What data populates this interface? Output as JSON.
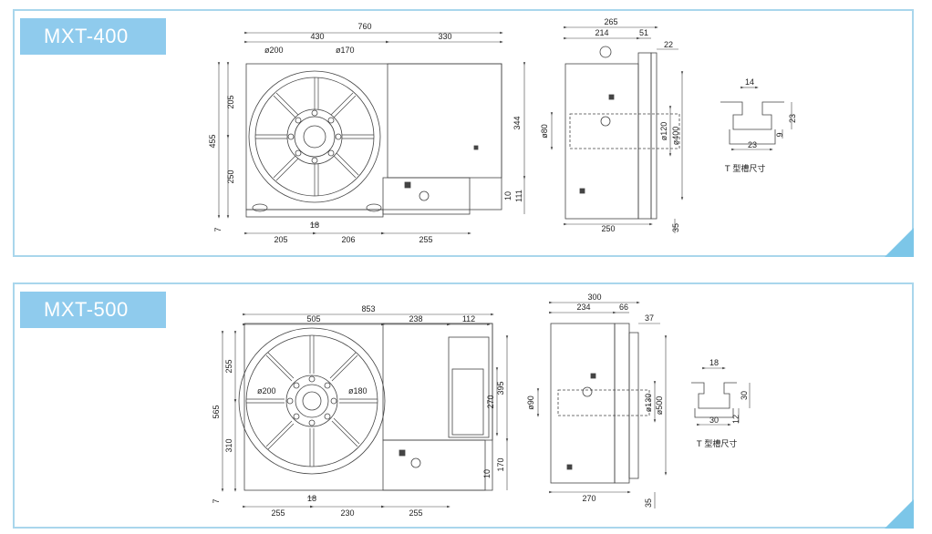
{
  "top": {
    "model": "MXT-400",
    "front": {
      "overall_width": "760",
      "left_width": "430",
      "right_width": "330",
      "dia_outer": "ø200",
      "dia_inner": "ø170",
      "h_upper": "205",
      "h_total": "455",
      "h_lower": "250",
      "h_body": "344",
      "h_base_a": "10",
      "h_base_b": "111",
      "base_offset": "7",
      "slot_width": "18",
      "b1": "205",
      "b2": "206",
      "b3": "255"
    },
    "side": {
      "width_total": "265",
      "width_a": "214",
      "width_b": "51",
      "width_c": "22",
      "dia_spindle": "ø80",
      "dia_bore": "ø120",
      "dia_face": "ø400",
      "base_width": "250",
      "base_height": "35"
    },
    "tslot": {
      "top_w": "14",
      "bottom_w": "23",
      "depth": "23",
      "neck": "9",
      "caption": "T 型槽尺寸"
    }
  },
  "bottom": {
    "model": "MXT-500",
    "front": {
      "overall_width": "853",
      "w_a": "505",
      "w_b": "238",
      "w_c": "112",
      "dia_outer": "ø200",
      "dia_inner": "ø180",
      "h_upper": "255",
      "h_total": "565",
      "h_lower": "310",
      "h_motor": "395",
      "h_motor_b": "270",
      "h_base_a": "10",
      "h_base_b": "170",
      "base_offset": "7",
      "slot_width": "18",
      "b1": "255",
      "b2": "230",
      "b3": "255"
    },
    "side": {
      "width_total": "300",
      "width_a": "234",
      "width_b": "66",
      "width_c": "37",
      "dia_spindle": "ø90",
      "dia_bore": "ø130",
      "dia_face": "ø500",
      "base_width": "270",
      "base_height": "35"
    },
    "tslot": {
      "top_w": "18",
      "bottom_w": "30",
      "depth": "30",
      "neck": "12",
      "caption": "T 型槽尺寸"
    }
  },
  "colors": {
    "border": "#a9d6ec",
    "tag": "#8fcbed",
    "fold": "#7cc6e8",
    "line": "#444444"
  }
}
